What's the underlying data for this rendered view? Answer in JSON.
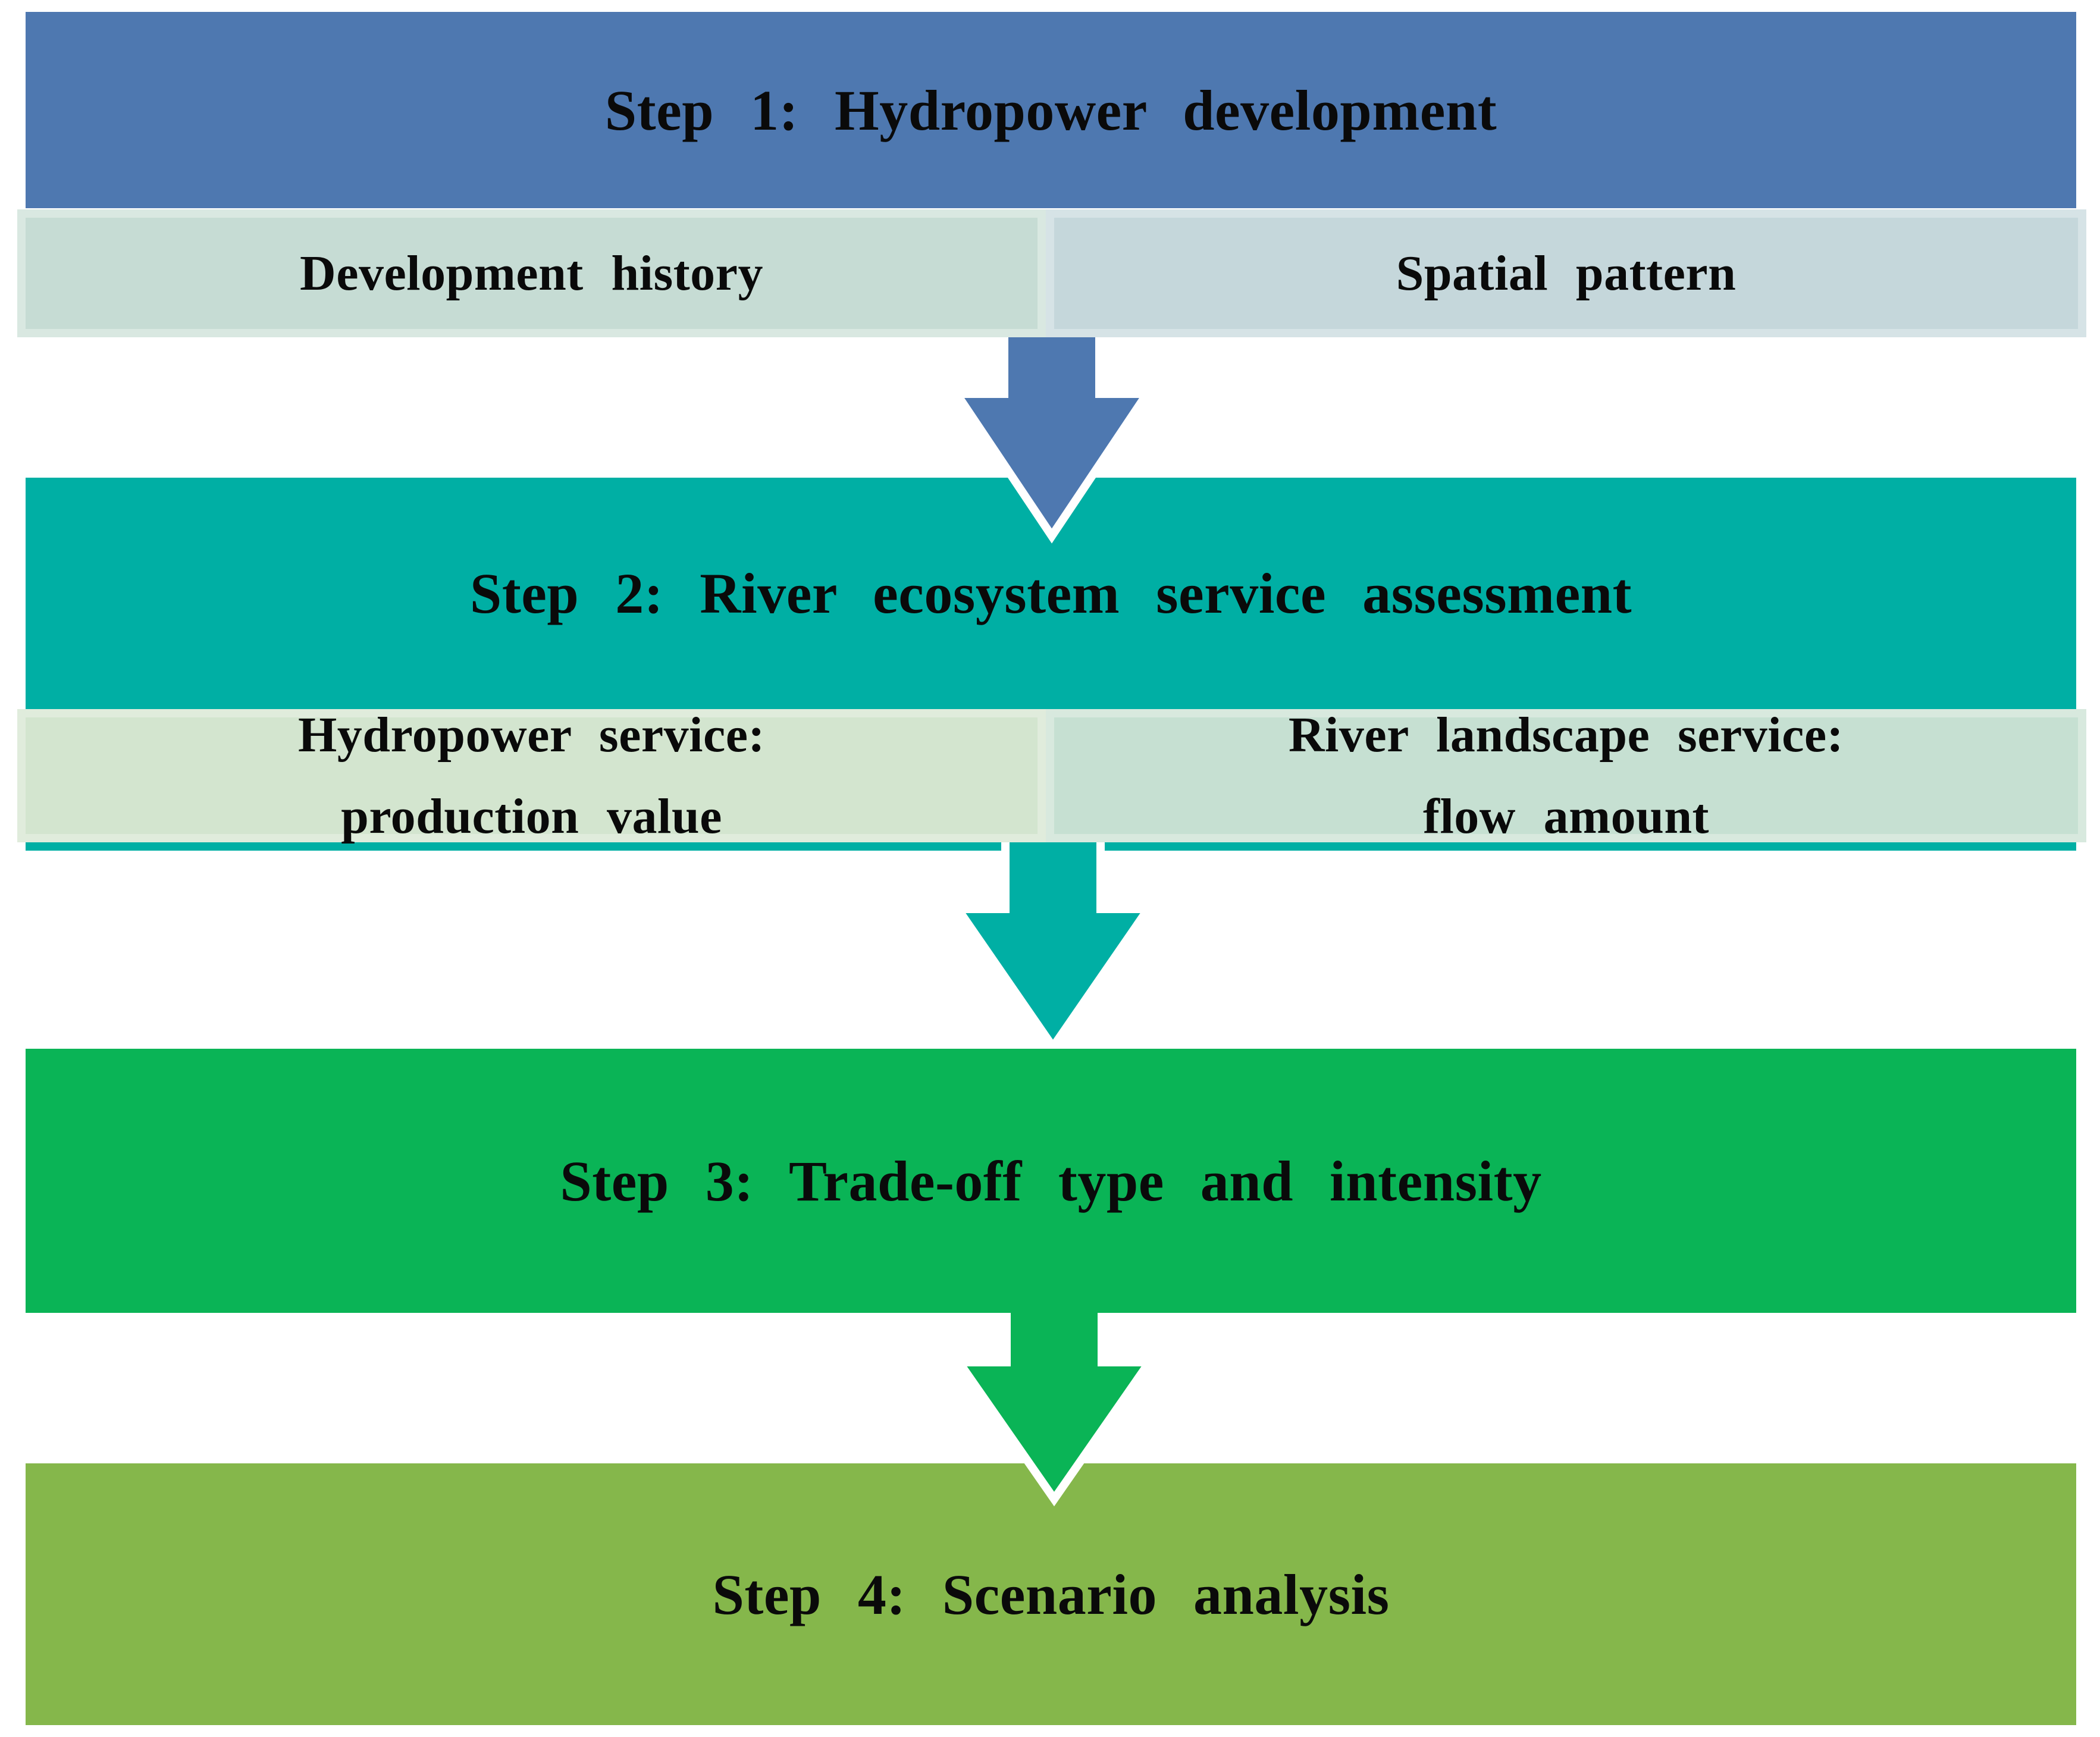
{
  "figure": {
    "background": "#ffffff",
    "type": "flowchart",
    "description_visible_text_only": true
  },
  "steps": [
    {
      "title": "Step 1: Hydropower development",
      "box_color": "#4e78b0",
      "sub_items": [
        {
          "lines": [
            "Development history"
          ],
          "fill": "#c6dcd4",
          "border": "#d9e8e1"
        },
        {
          "lines": [
            "Spatial pattern"
          ],
          "fill": "#c5d7db",
          "border": "#d6e3e6"
        }
      ]
    },
    {
      "title": "Step 2: River ecosystem service assessment",
      "box_color": "#00afa4",
      "sub_items": [
        {
          "lines": [
            "Hydropower service:",
            "production value"
          ],
          "fill": "#d3e5cf",
          "border": "#e0ecdc"
        },
        {
          "lines": [
            "River landscape service:",
            "flow amount"
          ],
          "fill": "#c6e0d2",
          "border": "#d8e9de"
        }
      ]
    },
    {
      "title": "Step 3: Trade-off type and intensity",
      "box_color": "#0ab456",
      "sub_items": []
    },
    {
      "title": "Step 4: Scenario analysis",
      "box_color": "#85b74b",
      "sub_items": []
    }
  ],
  "arrows": [
    {
      "name": "arrow-step1-to-step2",
      "color": "#4e78b0",
      "outline": "#ffffff"
    },
    {
      "name": "arrow-step2-to-step3",
      "color": "#00afa4",
      "outline": "#ffffff"
    },
    {
      "name": "arrow-step3-to-step4",
      "color": "#0ab456",
      "outline": "#ffffff"
    }
  ]
}
